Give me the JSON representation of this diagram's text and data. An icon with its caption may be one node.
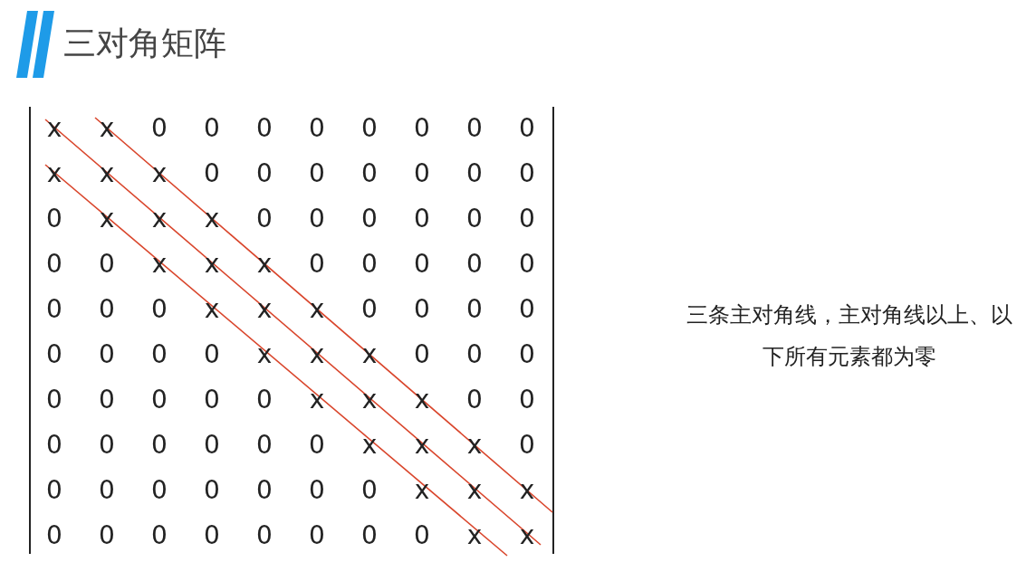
{
  "diagram": {
    "title": "三对角矩阵",
    "labels": [
      "x",
      "x",
      "0",
      "0",
      "0",
      "0",
      "0",
      "0",
      "0",
      "0",
      "x",
      "x",
      "x",
      "0",
      "0",
      "0",
      "0",
      "0",
      "0",
      "0",
      "0",
      "x",
      "x",
      "x",
      "0",
      "0",
      "0",
      "0",
      "0",
      "0",
      "0",
      "0",
      "x",
      "x",
      "x",
      "0",
      "0",
      "0",
      "0",
      "0",
      "0",
      "0",
      "0",
      "x",
      "x",
      "x",
      "0",
      "0",
      "0",
      "0",
      "0",
      "0",
      "0",
      "0",
      "x",
      "x",
      "x",
      "0",
      "0",
      "0",
      "0",
      "0",
      "0",
      "0",
      "0",
      "x",
      "x",
      "x",
      "0",
      "0",
      "0",
      "0",
      "0",
      "0",
      "0",
      "0",
      "x",
      "x",
      "x",
      "0",
      "0",
      "0",
      "0",
      "0",
      "0",
      "0",
      "0",
      "x",
      "x",
      "x",
      "0",
      "0",
      "0",
      "0",
      "0",
      "0",
      "0",
      "0",
      "x",
      "x",
      "三条主对角线，主对角线以上、以下所有元素都为零"
    ]
  }
}
